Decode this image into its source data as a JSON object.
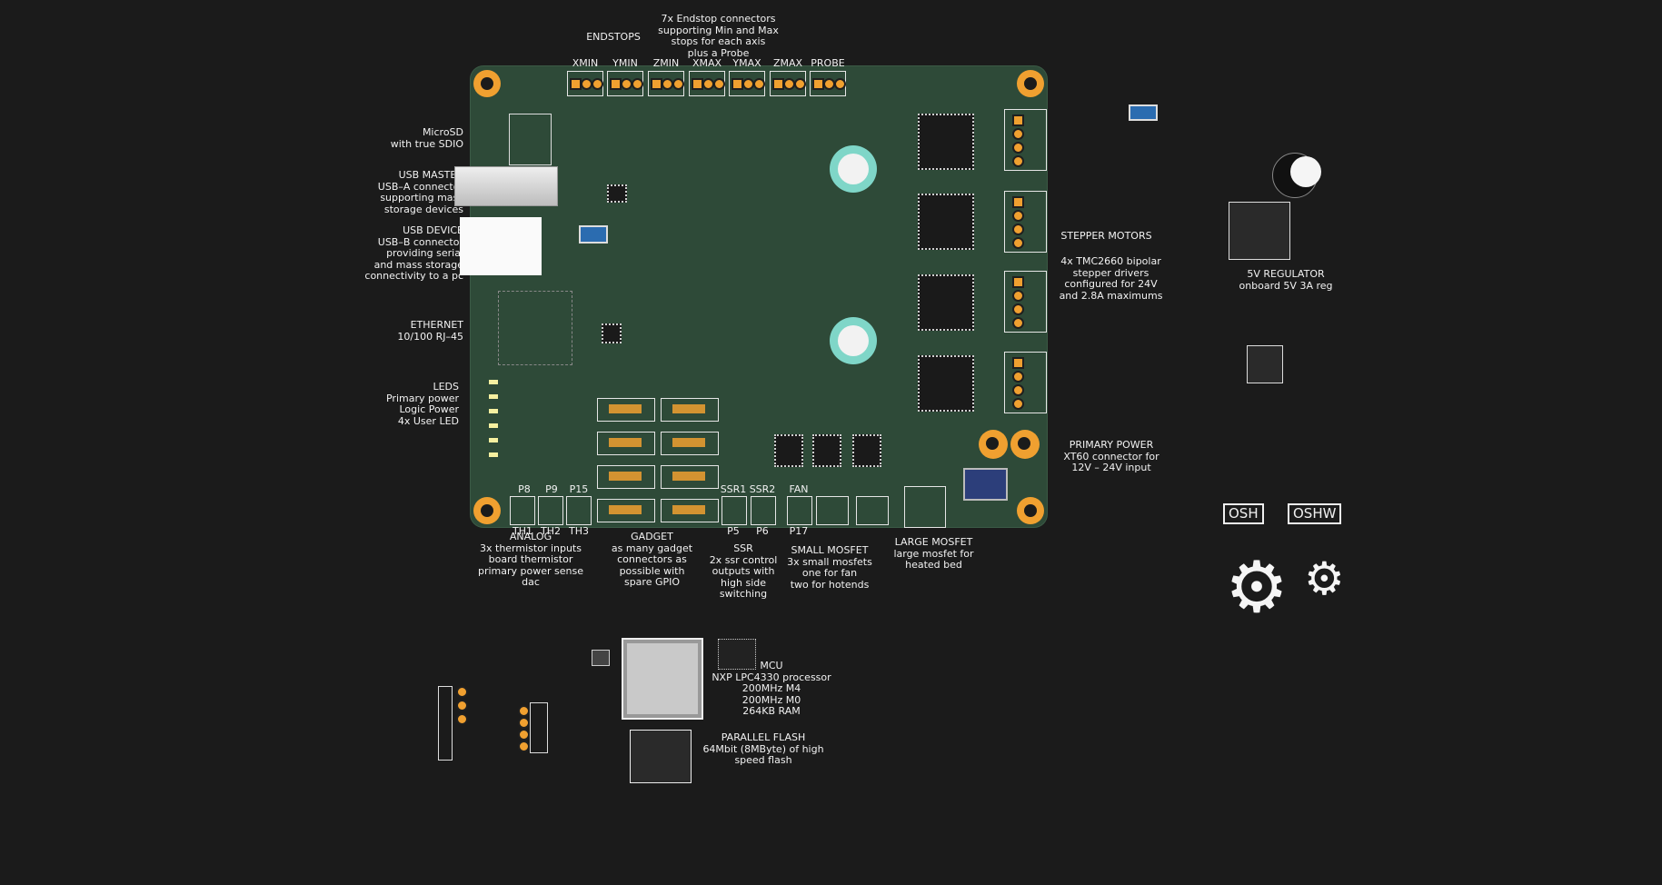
{
  "labels": {
    "endstops_title": "ENDSTOPS",
    "endstops_desc": "7x Endstop connectors\nsupporting Min and Max\nstops for each axis\nplus a Probe",
    "endstop_names": [
      "XMIN",
      "YMIN",
      "ZMIN",
      "XMAX",
      "YMAX",
      "ZMAX",
      "PROBE"
    ],
    "microsd": "MicroSD\nwith true SDIO",
    "usb_master": "USB MASTER\nUSB–A connector\nsupporting mass\nstorage devices",
    "usb_device": "USB DEVICE\nUSB–B connector\nproviding serial\nand mass storage\nconnectivity to a pc",
    "ethernet": "ETHERNET\n10/100 RJ–45",
    "leds": "LEDS\nPrimary power\nLogic Power\n4x User LED",
    "stepper": "STEPPER MOTORS",
    "stepper_desc": "4x TMC2660 bipolar\nstepper drivers\nconfigured for 24V\nand 2.8A maximums",
    "primary_power": "PRIMARY POWER\nXT60 connector for\n12V – 24V input",
    "regulator": "5V REGULATOR\nonboard 5V 3A reg",
    "analog": "ANALOG\n3x thermistor inputs\nboard thermistor\nprimary power sense\ndac",
    "gadget": "GADGET\nas many gadget\nconnectors as\npossible with\nspare GPIO",
    "ssr": "SSR\n2x ssr control\noutputs with\nhigh side\nswitching",
    "small_mosfet": "SMALL MOSFET\n3x small mosfets\none for fan\ntwo for hotends",
    "large_mosfet": "LARGE MOSFET\nlarge mosfet for\nheated bed",
    "mcu": "MCU\nNXP LPC4330 processor\n200MHz M4\n200MHz M0\n264KB RAM",
    "flash": "PARALLEL FLASH\n64Mbit (8MByte) of high\nspeed flash",
    "bottom_names": [
      "TH1",
      "TH2",
      "TH3",
      "P5",
      "P6",
      "P17"
    ],
    "top_names": [
      "P8",
      "P9",
      "P15",
      "SSR1",
      "SSR2",
      "FAN"
    ],
    "osh": "OSH",
    "oshw": "OSHW"
  },
  "colors": {
    "background": "#1b1b1b",
    "board": "#2e4a38",
    "pad": "#f0a030",
    "silkscreen": "#f2f2f2"
  },
  "icons": [
    "gear-icon-large",
    "gear-icon-small"
  ]
}
